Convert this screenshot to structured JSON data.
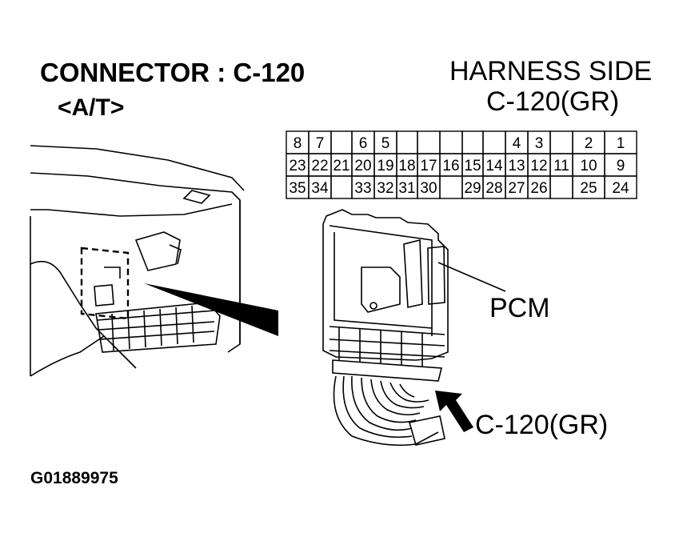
{
  "title": "CONNECTOR : C-120",
  "subtitle": "<A/T>",
  "harness": {
    "line1": "HARNESS SIDE",
    "line2": "C-120(GR)"
  },
  "labels": {
    "pcm": "PCM",
    "connector": "C-120(GR)"
  },
  "figure_id": "G01889975",
  "pinout": {
    "row1": [
      "8",
      "7",
      "",
      "6",
      "5",
      "",
      "",
      "",
      "",
      "",
      "4",
      "3",
      "",
      "2",
      "1"
    ],
    "row2": [
      "23",
      "22",
      "21",
      "20",
      "19",
      "18",
      "17",
      "16",
      "15",
      "14",
      "13",
      "12",
      "11",
      "10",
      "9"
    ],
    "row3": [
      "35",
      "34",
      "",
      "33",
      "32",
      "31",
      "30",
      "",
      "29",
      "28",
      "27",
      "26",
      "",
      "25",
      "24"
    ]
  },
  "icons": [
    "dashboard-illustration",
    "pcm-module-illustration",
    "pointer-arrow"
  ]
}
